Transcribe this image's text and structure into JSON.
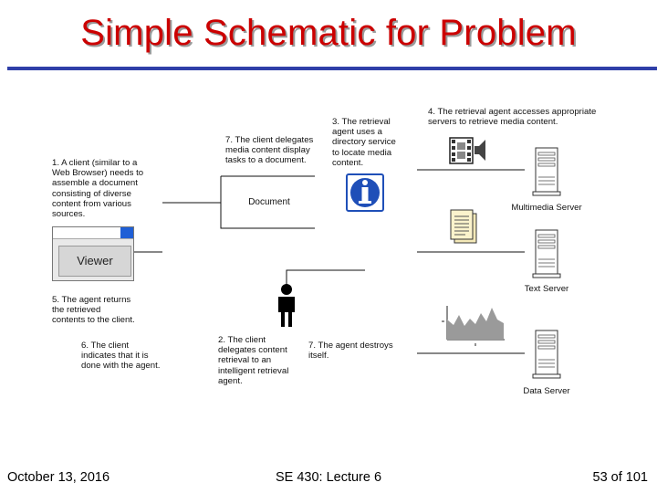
{
  "slide": {
    "title": "Simple Schematic for Problem"
  },
  "notes": {
    "n1": "1. A client (similar to a\nWeb Browser) needs to\nassemble a document\nconsisting of diverse\ncontent from various\nsources.",
    "n7a": "7. The client delegates\nmedia content display\ntasks to a document.",
    "n3": "3. The retrieval\nagent uses a\ndirectory service\nto locate media\ncontent.",
    "n4": "4. The retrieval agent accesses appropriate\nservers to retrieve media content.",
    "n5": "5. The agent returns\nthe retrieved\ncontents to the client.",
    "n6": "6. The client\nindicates that it is\ndone with the agent.",
    "n2": "2. The client\ndelegates content\nretrieval to an\nintelligent retrieval\nagent.",
    "n7b": "7. The agent destroys\nitself."
  },
  "components": {
    "document": "Document",
    "viewer": "Viewer",
    "multimedia_server": "Multimedia Server",
    "text_server": "Text Server",
    "data_server": "Data Server"
  },
  "icons": {
    "directory": "info-icon",
    "media": "film-speaker-icon",
    "text": "text-document-icon",
    "data": "area-chart-icon",
    "agent": "person-icon",
    "server": "server-tower-icon"
  },
  "footer": {
    "date": "October 13, 2016",
    "course": "SE 430: Lecture 6",
    "page": "53 of 101"
  },
  "colors": {
    "title": "#cc0000",
    "rule": "#2f3fa8",
    "info_icon": "#1f4fb8"
  }
}
